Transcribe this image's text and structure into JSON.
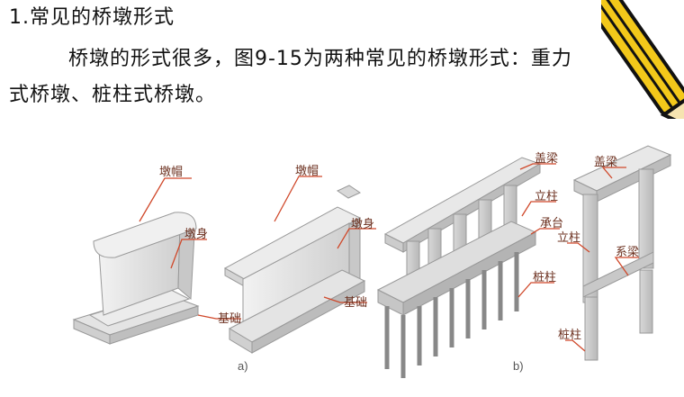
{
  "section": {
    "heading": "1.常见的桥墩形式",
    "para_line1": "桥墩的形式很多，图9-15为两种常见的桥墩形式：重力",
    "para_line2": "式桥墩、桩柱式桥墩。"
  },
  "figure": {
    "caption_a": "a)",
    "caption_b": "b)",
    "labels_a": {
      "small_cap": "墩帽",
      "small_body": "墩身",
      "small_base": "基础",
      "long_cap": "墩帽",
      "long_body": "墩身",
      "long_base": "基础"
    },
    "labels_b": {
      "cap_beam": "盖梁",
      "column": "立柱",
      "pile_cap": "承台",
      "pile": "桩柱",
      "frame_cap_beam": "盖梁",
      "frame_column": "立柱",
      "tie_beam": "系梁",
      "frame_pile": "桩柱"
    }
  },
  "colors": {
    "label_text": "#6b2f1e",
    "leader_line": "#d0482a",
    "structure_fill": "#e6e6e6",
    "structure_shade": "#c4c4c4",
    "pencil_yellow": "#f3c81a"
  }
}
